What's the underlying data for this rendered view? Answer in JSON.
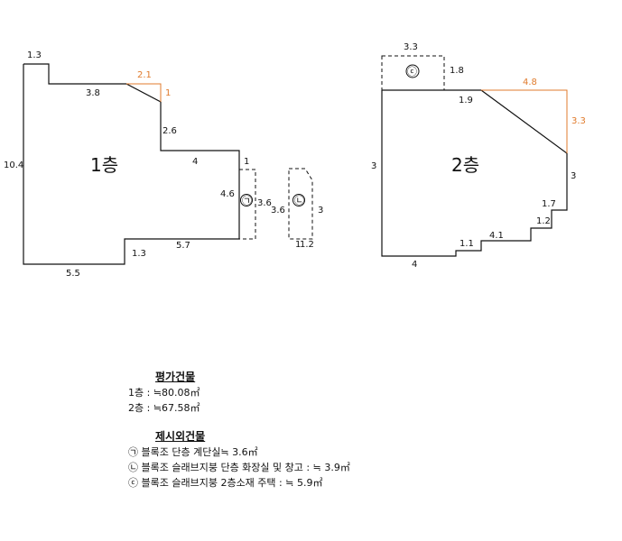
{
  "floor1": {
    "label": "1층",
    "dims": [
      "1.3",
      "10.4",
      "3.8",
      "2.1",
      "1",
      "2.6",
      "4",
      "1",
      "4.6",
      "3.6",
      "5.7",
      "1.3",
      "5.5"
    ]
  },
  "annex": {
    "dims": [
      "3.6",
      "3",
      "1",
      "1.2"
    ]
  },
  "floor2": {
    "label": "2층",
    "dims": [
      "3.3",
      "1.8",
      "1.9",
      "4.8",
      "3.3",
      "3",
      "3",
      "1.7",
      "1.2",
      "4.1",
      "1.1",
      "4"
    ]
  },
  "marks": {
    "m1": "㉠",
    "m2": "㉡",
    "m3": "ⓒ"
  },
  "colors": {
    "outline": "#111111",
    "accent": "#e07b2c"
  },
  "legend": {
    "eval_title": "평가건물",
    "eval_rows": [
      "1층 : ≒80.08㎡",
      "2층 : ≒67.58㎡"
    ],
    "extra_title": "제시외건물",
    "extra_rows": [
      "㉠ 블록조 단층 계단실≒ 3.6㎡",
      "㉡ 블록조 슬래브지붕 단층 화장실 및 창고 : ≒ 3.9㎡",
      "ⓒ 블록조 슬래브지붕 2층소재 주택 : ≒ 5.9㎡"
    ]
  }
}
